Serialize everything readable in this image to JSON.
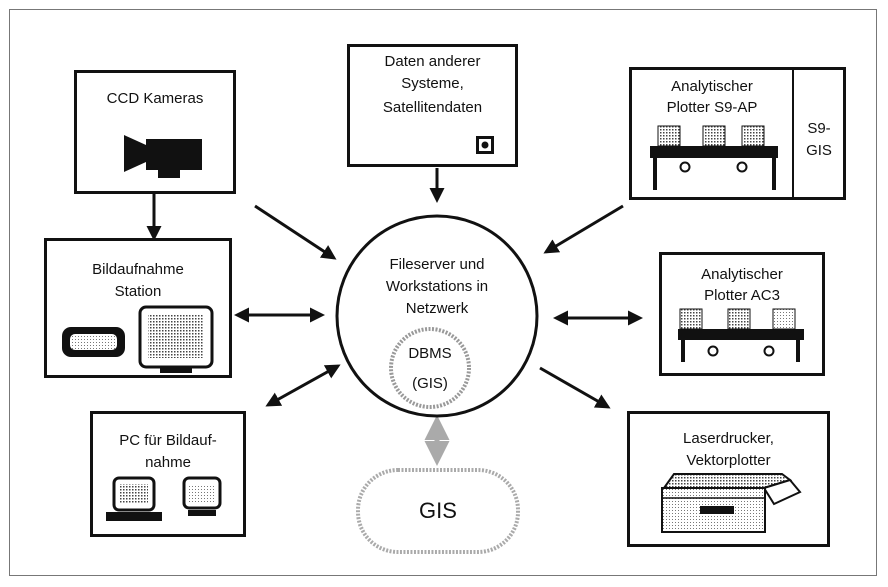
{
  "nodes": {
    "ccd": "CCD Kameras",
    "daten_line1": "Daten anderer",
    "daten_line2": "Systeme,",
    "daten_line3": "Satellitendaten",
    "plotter_s9_line1": "Analytischer",
    "plotter_s9_line2": "Plotter S9-AP",
    "s9gis_line1": "S9-",
    "s9gis_line2": "GIS",
    "bildaufnahme_line1": "Bildaufnahme",
    "bildaufnahme_line2": "Station",
    "center_line1": "Fileserver und",
    "center_line2": "Workstations in",
    "center_line3": "Netzwerk",
    "dbms_line1": "DBMS",
    "dbms_line2": "(GIS)",
    "plotter_ac3_line1": "Analytischer",
    "plotter_ac3_line2": "Plotter AC3",
    "pc_line1": "PC für Bildauf-",
    "pc_line2": "nahme",
    "gis": "GIS",
    "laser_line1": "Laserdrucker,",
    "laser_line2": "Vektorplotter"
  }
}
